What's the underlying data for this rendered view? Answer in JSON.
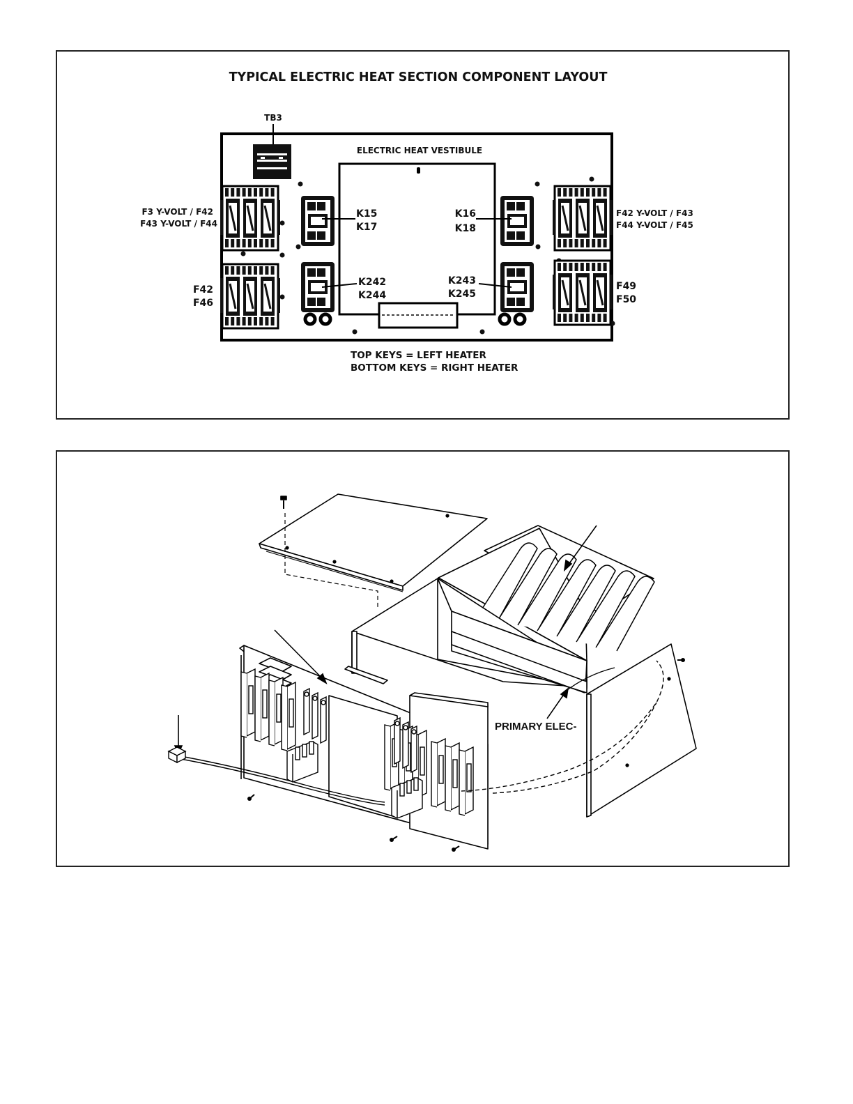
{
  "layout_diagram": {
    "title": "TYPICAL ELECTRIC HEAT SECTION COMPONENT LAYOUT",
    "vestibule_label": "ELECTRIC HEAT VESTIBULE",
    "tb3_label": "TB3",
    "left_upper_fuse_line1": "F3 Y-VOLT / F42",
    "left_upper_fuse_line2": "F43 Y-VOLT / F44",
    "left_lower_fuse_line1": "F42",
    "left_lower_fuse_line2": "F46",
    "right_upper_fuse_line1": "F42 Y-VOLT / F43",
    "right_upper_fuse_line2": "F44 Y-VOLT / F45",
    "right_lower_fuse_line1": "F49",
    "right_lower_fuse_line2": "F50",
    "contactor_k15": "K15",
    "contactor_k17": "K17",
    "contactor_k16": "K16",
    "contactor_k18": "K18",
    "contactor_k242": "K242",
    "contactor_k244": "K244",
    "contactor_k243": "K243",
    "contactor_k245": "K245",
    "keys_line1": "TOP KEYS = LEFT HEATER",
    "keys_line2": "BOTTOM KEYS = RIGHT HEATER"
  },
  "exploded_view": {
    "primary_label": "PRIMARY ELEC-"
  }
}
